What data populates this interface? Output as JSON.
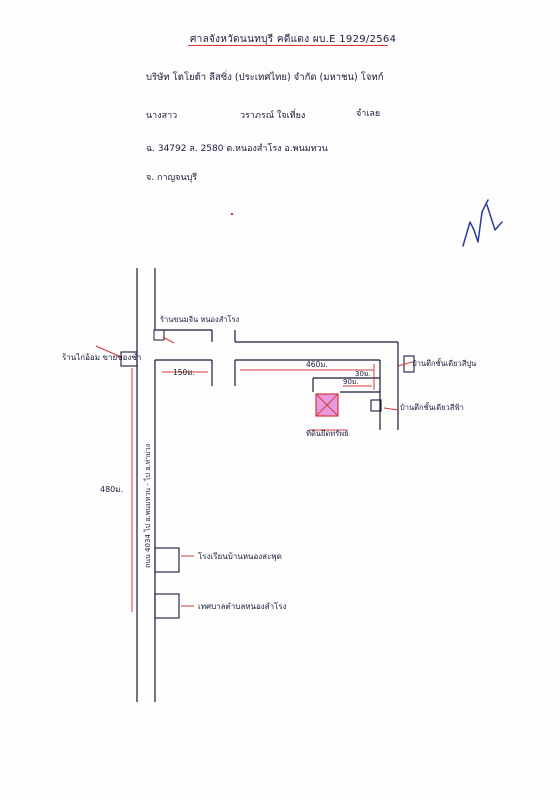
{
  "header": {
    "title": "ศาลจังหวัดนนทบุรี คดีแดง ผบ.E 1929/2564",
    "plaintiff": "บริษัท โตโยต้า ลีสซิ่ง (ประเทศไทย) จำกัด (มหาชน) โจทก์",
    "defendant_label": "นางสาว",
    "defendant_name": "วราภรณ์  ใจเที่ยง",
    "role": "จำเลย",
    "deed_line": "ฉ. 34792  ล. 2580  ต.หนองสำโรง อ.พนมทวน",
    "province_line": "จ. กาญจนบุรี"
  },
  "map_labels": {
    "shop": "ร้านไก่อ้อม ขายของชำ",
    "road_name": "ถนน 4034 ไป อ.พนมทวน - ไป อ.ท่าม่วง",
    "road_distance": "480ม.",
    "landmark_top": "ร้านขนมจีน หนองสำโรง",
    "dist_150": "150ม.",
    "dist_460": "460ม.",
    "dist_30": "30ม.",
    "dist_90": "90ม.",
    "right_house_1": "บ้านตึกชั้นเดียวสีปูน",
    "right_house_2": "บ้านตึกชั้นเดียวสีฟ้า",
    "target": "ที่ดินยึดทรัพย์",
    "school": "โรงเรียนบ้านหนองสะพุด",
    "office": "เทศบาลตำบลหนองสำโรง"
  },
  "colors": {
    "ink": "#1b1b3a",
    "red": "#d23a3a",
    "blue_signature": "#2a3a9a",
    "target_fill": "#e89adf"
  }
}
